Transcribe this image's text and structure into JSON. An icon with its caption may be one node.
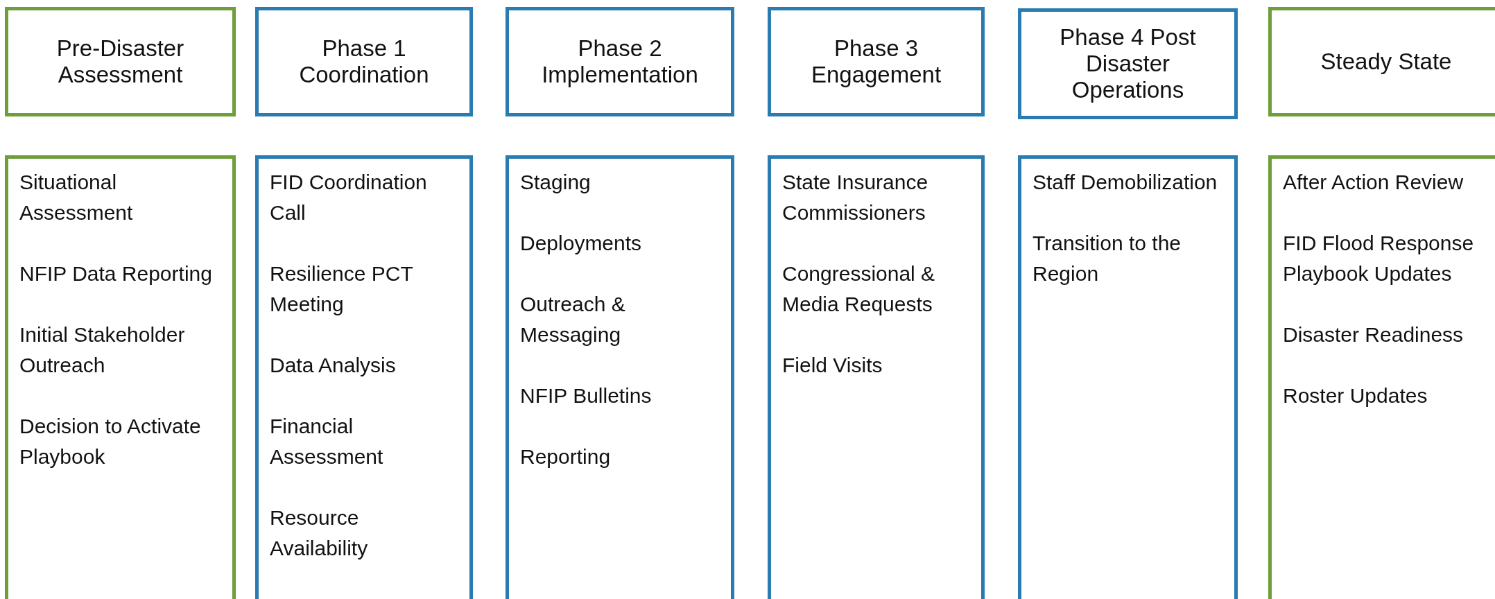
{
  "diagram": {
    "nodes": [
      {
        "text": [
          "Pre-Disaster Assessment"
        ]
      },
      {
        "text": [
          "Phase 1 Coordination"
        ]
      },
      {
        "text": [
          "Phase 2 Implementation"
        ]
      },
      {
        "text": [
          "Phase 3 Engagement"
        ]
      },
      {
        "text": [
          "Phase 4 Post Disaster Operations"
        ]
      },
      {
        "text": [
          "Steady State"
        ]
      },
      {
        "text": [
          "Situational Assessment",
          "NFIP Data Reporting",
          "Initial Stakeholder Outreach",
          "Decision to Activate Playbook"
        ]
      },
      {
        "text": [
          "FID Coordination Call",
          "Resilience PCT Meeting",
          "Data Analysis",
          "Financial Assessment",
          "Resource Availability"
        ]
      },
      {
        "text": [
          "Staging",
          "Deployments",
          "Outreach & Messaging",
          "NFIP Bulletins",
          "Reporting"
        ]
      },
      {
        "text": [
          "State Insurance Commissioners",
          "Congressional & Media Requests",
          "Field Visits"
        ]
      },
      {
        "text": [
          "Staff Demobilization",
          "Transition to the Region"
        ]
      },
      {
        "text": [
          "After Action Review",
          "FID Flood Response Playbook Updates",
          "Disaster Readiness",
          "Roster Updates"
        ]
      }
    ],
    "edges": []
  }
}
